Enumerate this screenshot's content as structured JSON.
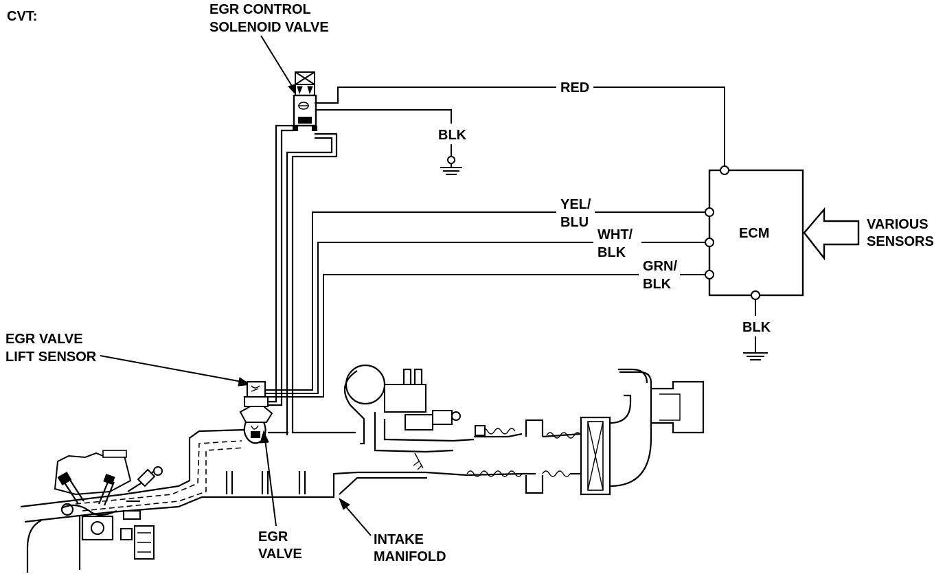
{
  "title": "CVT:",
  "labels": {
    "egr_solenoid": [
      "EGR CONTROL",
      "SOLENOID VALVE"
    ],
    "egr_lift_sensor": [
      "EGR VALVE",
      "LIFT SENSOR"
    ],
    "egr_valve": [
      "EGR",
      "VALVE"
    ],
    "intake_manifold": [
      "INTAKE",
      "MANIFOLD"
    ],
    "ecm": "ECM",
    "various_sensors": [
      "VARIOUS",
      "SENSORS"
    ]
  },
  "wires": {
    "red": "RED",
    "blk_solenoid": "BLK",
    "yel_blu": [
      "YEL/",
      "BLU"
    ],
    "wht_blk": [
      "WHT/",
      "BLK"
    ],
    "grn_blk": [
      "GRN/",
      "BLK"
    ],
    "blk_ecm": "BLK"
  }
}
